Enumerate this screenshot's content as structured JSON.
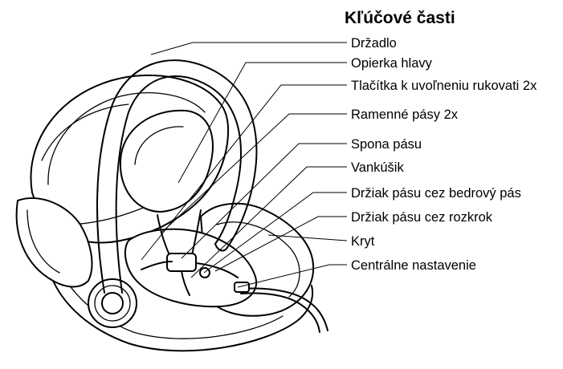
{
  "diagram": {
    "title": "Kľúčové časti",
    "parts": [
      {
        "id": "handle",
        "label": "Držadlo"
      },
      {
        "id": "headrest",
        "label": "Opierka hlavy"
      },
      {
        "id": "handle-release-buttons",
        "label": "Tlačítka k uvoľneniu rukovati 2x"
      },
      {
        "id": "shoulder-straps",
        "label": "Ramenné pásy 2x"
      },
      {
        "id": "belt-buckle",
        "label": "Spona pásu"
      },
      {
        "id": "cushion",
        "label": "Vankúšik"
      },
      {
        "id": "lap-belt-holder",
        "label": "Držiak pásu cez bedrový pás"
      },
      {
        "id": "crotch-belt-holder",
        "label": "Držiak pásu cez rozkrok"
      },
      {
        "id": "cover",
        "label": "Kryt"
      },
      {
        "id": "central-adjuster",
        "label": "Centrálne nastavenie"
      }
    ]
  }
}
